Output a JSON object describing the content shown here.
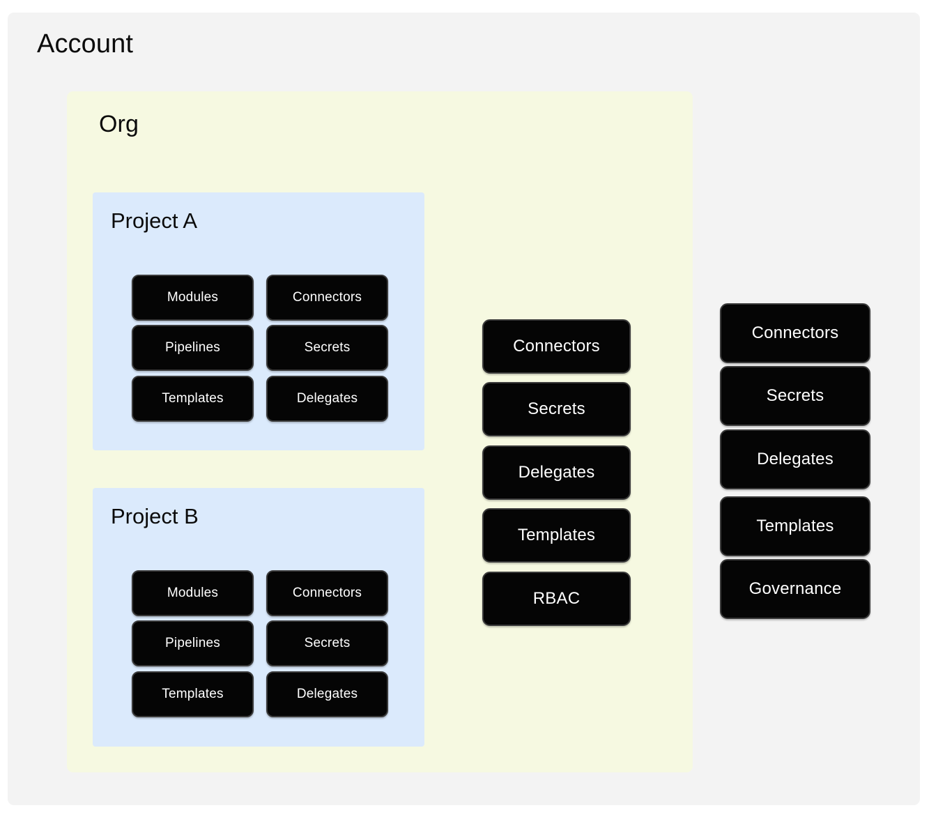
{
  "colors": {
    "page_background": "#ffffff",
    "account_panel": "#f3f3f3",
    "org_panel": "#f6f9e1",
    "project_panel": "#dbeafc",
    "chip_fill": "#050505",
    "chip_border": "#3b3b3b",
    "chip_text": "#ffffff",
    "title_text": "#0b0b0b"
  },
  "account": {
    "title": "Account",
    "resources": [
      {
        "label": "Connectors"
      },
      {
        "label": "Secrets"
      },
      {
        "label": "Delegates"
      },
      {
        "label": "Templates"
      },
      {
        "label": "Governance"
      }
    ]
  },
  "org": {
    "title": "Org",
    "resources": [
      {
        "label": "Connectors"
      },
      {
        "label": "Secrets"
      },
      {
        "label": "Delegates"
      },
      {
        "label": "Templates"
      },
      {
        "label": "RBAC"
      }
    ]
  },
  "projects": [
    {
      "title": "Project A",
      "resources": [
        {
          "label": "Modules"
        },
        {
          "label": "Connectors"
        },
        {
          "label": "Pipelines"
        },
        {
          "label": "Secrets"
        },
        {
          "label": "Templates"
        },
        {
          "label": "Delegates"
        }
      ]
    },
    {
      "title": "Project B",
      "resources": [
        {
          "label": "Modules"
        },
        {
          "label": "Connectors"
        },
        {
          "label": "Pipelines"
        },
        {
          "label": "Secrets"
        },
        {
          "label": "Templates"
        },
        {
          "label": "Delegates"
        }
      ]
    }
  ]
}
